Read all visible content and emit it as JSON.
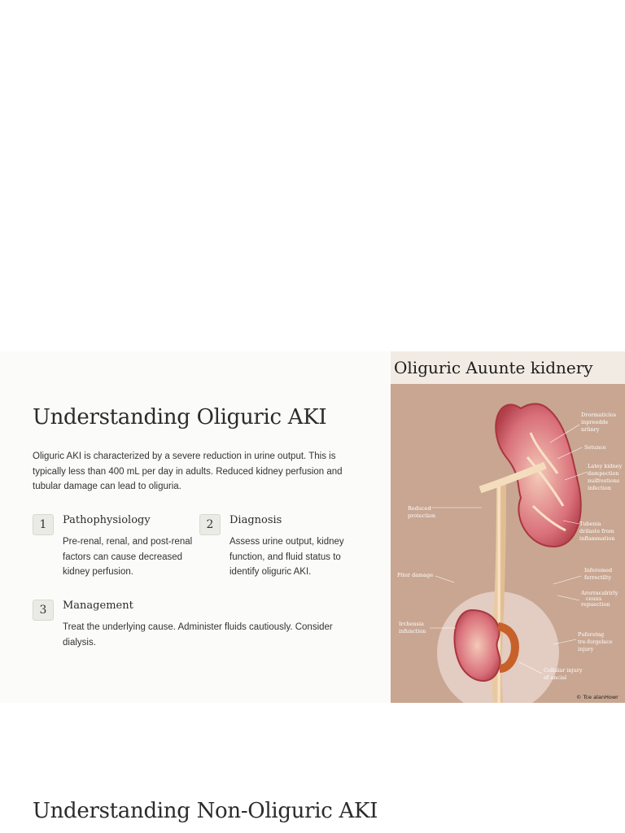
{
  "oliguric_section": {
    "title": "Understanding Oliguric AKI",
    "intro": "Oliguric AKI is characterized by a severe reduction in urine output. This is typically less than 400 mL per day in adults. Reduced kidney perfusion and tubular damage can lead to oliguria.",
    "steps": [
      {
        "number": "1",
        "title": "Pathophysiology",
        "description": "Pre-renal, renal, and post-renal factors can cause decreased kidney perfusion."
      },
      {
        "number": "2",
        "title": "Diagnosis",
        "description": "Assess urine output, kidney function, and fluid status to identify oliguric AKI."
      },
      {
        "number": "3",
        "title": "Management",
        "description": "Treat the underlying cause. Administer fluids cautiously. Consider dialysis."
      }
    ]
  },
  "illustration": {
    "title": "Oliguric Auunte kidnery",
    "labels": {
      "l1a": "Drormaticlos",
      "l1b": "inpreedde",
      "l1c": "nrlinry",
      "l2": "Setunce",
      "l3a": "Latey kidney",
      "l3b": "dampection",
      "l3c": "nuifrestions",
      "l3d": "infection",
      "l4a": "Reduced",
      "l4b": "protection",
      "l5a": "Tubenia",
      "l5b": "drilaste from",
      "l5c": "inflammation",
      "l6": "Piter damage",
      "l7a": "Inferemed",
      "l7b": "ferrectilty",
      "l8a": "Arorracalrirly",
      "l8b": "ceuus",
      "l8c": "repuection",
      "l9a": "Irchensia",
      "l9b": "infunction",
      "l10a": "Puferstng",
      "l10b": "tre-forgelace",
      "l10c": "injury",
      "l11a": "Cellular injury",
      "l11b": "of ancial"
    },
    "credit": "© Tce alanHowr"
  },
  "next_section": {
    "title": "Understanding Non-Oliguric AKI"
  },
  "colors": {
    "illustration_bg": "#c8a692",
    "kidney_red": "#c9525a",
    "tube_cream": "#f1d9b8"
  }
}
